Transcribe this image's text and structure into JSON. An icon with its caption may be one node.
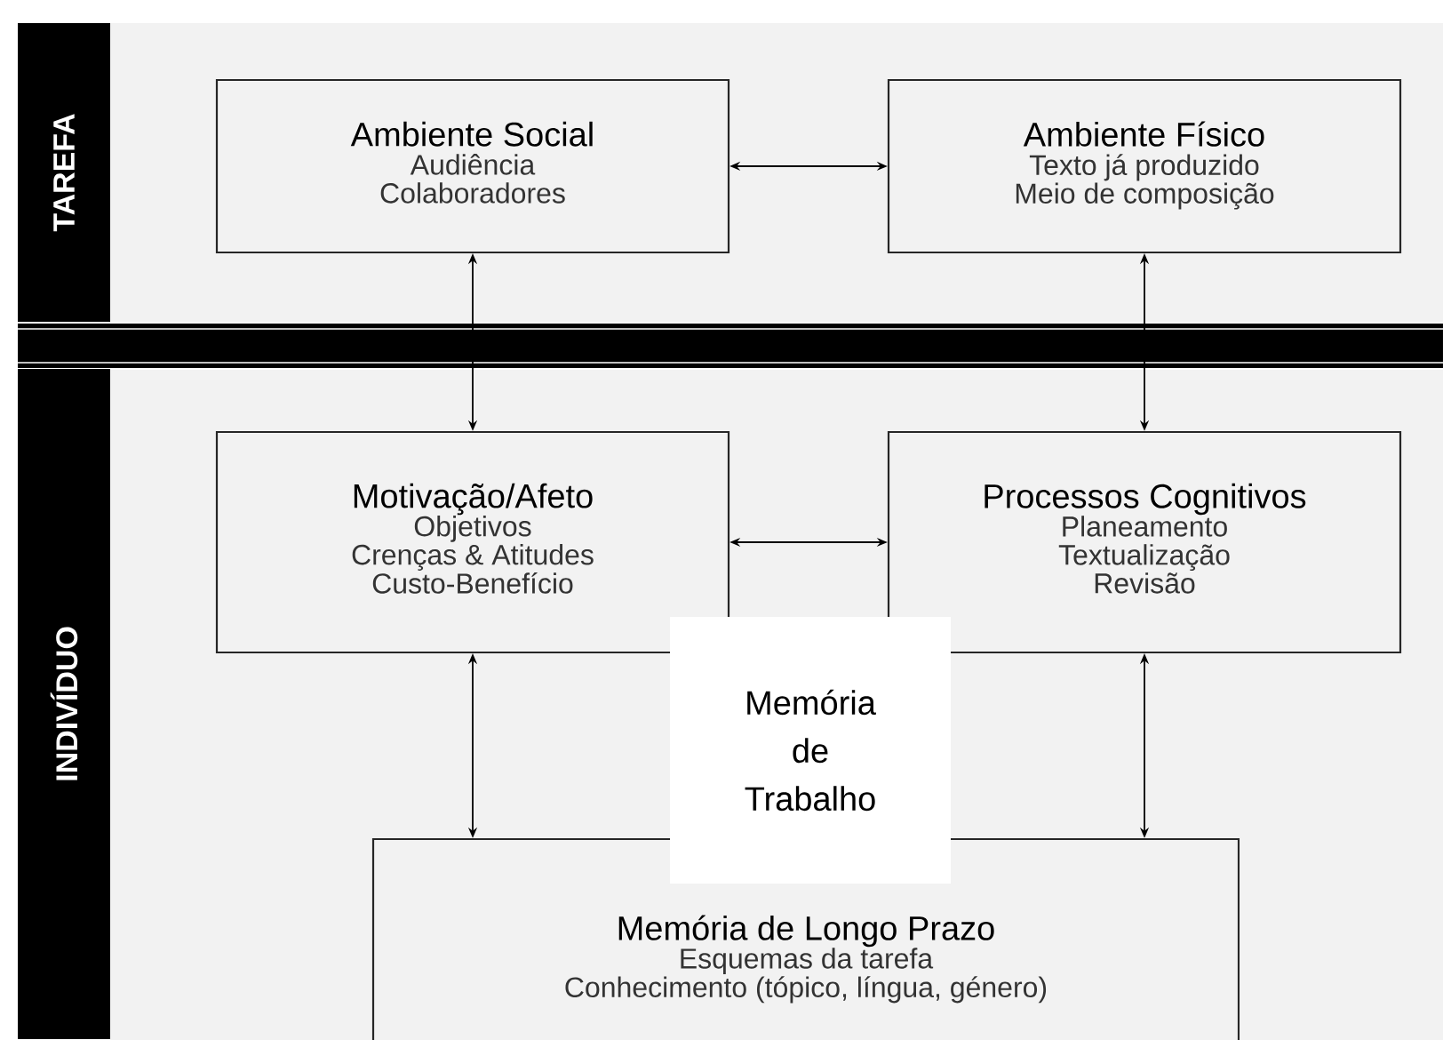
{
  "diagram": {
    "nodes": [
      {
        "text": [
          "TAREFA"
        ]
      },
      {
        "text": [
          "INDIVÍDUO"
        ]
      },
      {
        "text": [
          "Ambiente Social",
          "Audiência",
          "Colaboradores"
        ]
      },
      {
        "text": [
          "Ambiente Físico",
          "Texto já produzido",
          "Meio de composição"
        ]
      },
      {
        "text": [
          "Motivação/Afeto",
          "Objetivos",
          "Crenças & Atitudes",
          "Custo-Benefício"
        ]
      },
      {
        "text": [
          "Processos Cognitivos",
          "Planeamento",
          "Textualização",
          "Revisão"
        ]
      },
      {
        "text": [
          "Memória de Trabalho"
        ]
      },
      {
        "text": [
          "Memória de Longo Prazo",
          "Esquemas da tarefa",
          "Conhecimento (tópico, língua, género)"
        ]
      }
    ],
    "edges": [
      {
        "from": 2,
        "to": 3,
        "arrow": "both"
      },
      {
        "from": 2,
        "to": 4,
        "arrow": "both"
      },
      {
        "from": 3,
        "to": 5,
        "arrow": "both"
      },
      {
        "from": 4,
        "to": 5,
        "arrow": "both"
      },
      {
        "from": 4,
        "to": 7,
        "arrow": "both"
      },
      {
        "from": 5,
        "to": 7,
        "arrow": "both"
      }
    ]
  }
}
